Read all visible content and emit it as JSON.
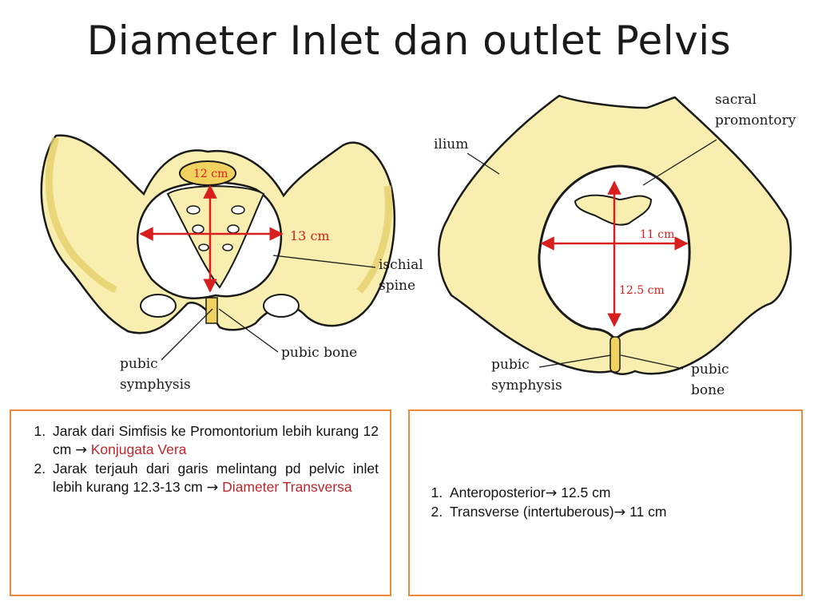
{
  "title": "Diameter Inlet dan outlet Pelvis",
  "inlet_figure": {
    "labels": {
      "conjugate": "12 cm",
      "transverse": "13 cm",
      "ischial_spine_1": "ischial",
      "ischial_spine_2": "spine",
      "pubic_bone": "pubic bone",
      "pubic_symphysis_1": "pubic",
      "pubic_symphysis_2": "symphysis"
    }
  },
  "outlet_figure": {
    "labels": {
      "sacral_promontory_1": "sacral",
      "sacral_promontory_2": "promontory",
      "ilium": "ilium",
      "transverse": "11 cm",
      "anteroposterior": "12.5 cm",
      "pubic_symphysis_1": "pubic",
      "pubic_symphysis_2": "symphysis",
      "pubic_bone_1": "pubic",
      "pubic_bone_2": "bone"
    }
  },
  "inlet_notes": [
    {
      "text": "Jarak dari Simfisis ke Promontorium lebih kurang 12 cm",
      "arrow": "→",
      "highlight": "Konjugata Vera"
    },
    {
      "text": "Jarak terjauh dari garis melintang pd pelvic inlet lebih kurang 12.3-13 cm",
      "arrow": "→",
      "highlight": "Diameter Transversa"
    }
  ],
  "outlet_notes": [
    {
      "text": "Anteroposterior",
      "arrow": "→",
      "value": "12.5 cm"
    },
    {
      "text": "Transverse (intertuberous)",
      "arrow": "→",
      "value": "11 cm"
    }
  ],
  "colors": {
    "bone_fill": "#f7eeb0",
    "bone_stroke": "#1a1a1a",
    "measure_red": "#d81e1e",
    "highlight_red": "#c0262b",
    "box_border": "#ec8a3c"
  }
}
